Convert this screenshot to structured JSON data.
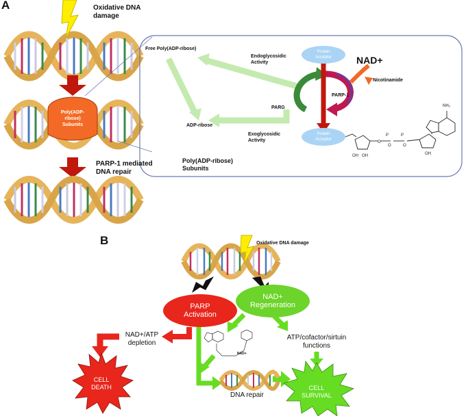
{
  "panel_a": {
    "label": "A",
    "oxidative_damage": "Oxidative DNA\ndamage",
    "parp_mediated_repair": "PARP-1 mediated\nDNA repair",
    "poly_subunits_bubble": "Poly(ADP-\nribose)\nSubunits",
    "inset": {
      "free_poly": "Free Poly(ADP-ribose)",
      "endoglycosidic": "Endoglycosidic\nActivity",
      "protein_acceptor_top": "Protein\nAcceptor",
      "nad_plus": "NAD+",
      "nicotinamide": "Nicotinamide",
      "parp1": "PARP-1",
      "parg": "PARG",
      "adp_ribose": "ADP-ribose",
      "exoglycosidic": "Exoglycosidic\nActivity",
      "protein_acceptor_bottom": "Protein\nAcceptor",
      "poly_subunits": "Poly(ADP-ribose)\nSubunits",
      "nh2": "NH₂"
    }
  },
  "panel_b": {
    "label": "B",
    "oxidative_damage": "Oxidative DNA damage",
    "parp_activation": "PARP\nActivation",
    "nad_regeneration": "NAD+\nRegeneration",
    "nad_atp_depletion": "NAD+/ATP\ndepletion",
    "atp_functions": "ATP/cofactor/sirtuin\nfunctions",
    "cell_death": "CELL\nDEATH",
    "cell_survival": "CELL\nSURVIVAL",
    "dna_repair": "DNA repair",
    "nad_plus_small": "NAD+"
  },
  "colors": {
    "dna_backbone": "#e6b45a",
    "dark_red_arrow": "#c0180c",
    "light_green_arrow": "#c4eab0",
    "bright_green": "#66dd22",
    "red_oval": "#e8261c",
    "green_oval": "#6cd42a",
    "orange_bubble": "#f26a25",
    "lightning": "#ffee00",
    "acceptor_blue": "#aad4f5"
  },
  "icons": [
    "lightning-bolt-icon",
    "dna-helix-icon",
    "starburst-icon"
  ]
}
